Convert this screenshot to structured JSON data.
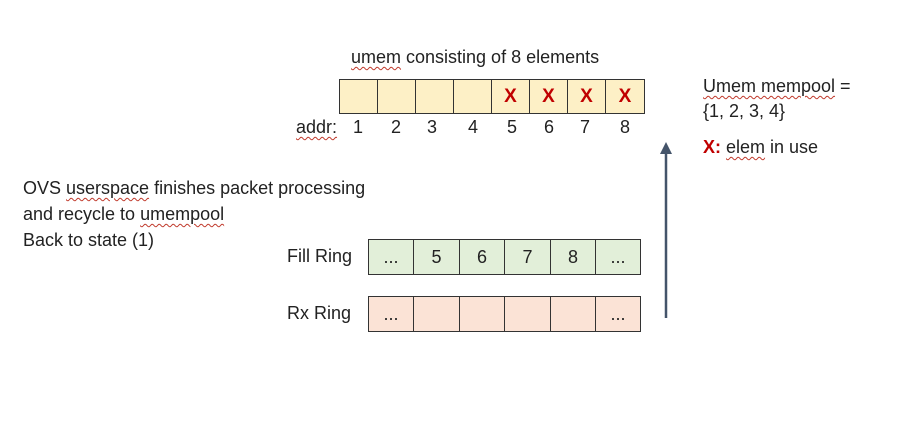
{
  "umem": {
    "title_word": "umem",
    "title_rest": " consisting of 8 elements",
    "cells": [
      "",
      "",
      "",
      "",
      "X",
      "X",
      "X",
      "X"
    ],
    "addr_label": "addr:",
    "addr": [
      "1",
      "2",
      "3",
      "4",
      "5",
      "6",
      "7",
      "8"
    ]
  },
  "mempool": {
    "title_word": "Umem mempool",
    "title_rest": " =",
    "set": "{1, 2, 3, 4}"
  },
  "legend": {
    "marker": "X:",
    "text_word": "elem",
    "text_rest": " in use"
  },
  "description": {
    "line1_a": "OVS ",
    "line1_word": "userspace",
    "line1_b": " finishes packet processing",
    "line2_a": "and recycle to ",
    "line2_word": "umempool",
    "line3": "Back to state (1)"
  },
  "fill_ring": {
    "label": "Fill Ring",
    "cells": [
      "...",
      "5",
      "6",
      "7",
      "8",
      "..."
    ]
  },
  "rx_ring": {
    "label": "Rx Ring",
    "cells": [
      "...",
      "",
      "",
      "",
      "",
      "..."
    ]
  },
  "colors": {
    "umem_cell": "#fdf0c6",
    "fill_cell": "#e2efd9",
    "rx_cell": "#fbe3d6",
    "in_use_marker": "#c00000",
    "arrow": "#44546a"
  }
}
